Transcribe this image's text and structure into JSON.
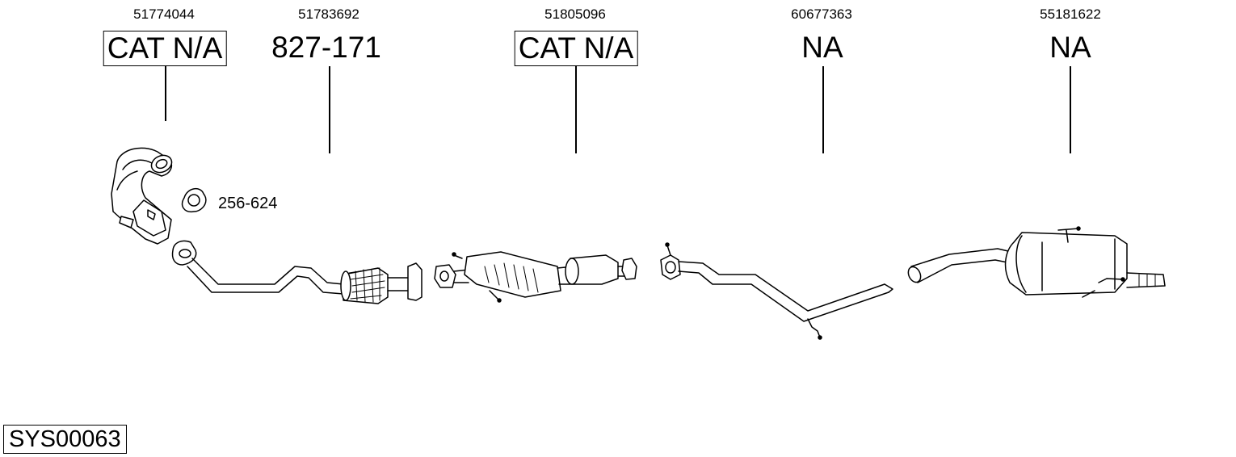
{
  "parts": [
    {
      "part_number": "51774044",
      "reference": "CAT N/A",
      "boxed": true
    },
    {
      "part_number": "51783692",
      "reference": "827-171",
      "boxed": false
    },
    {
      "part_number": "51805096",
      "reference": "CAT N/A",
      "boxed": true
    },
    {
      "part_number": "60677363",
      "reference": "NA",
      "boxed": false
    },
    {
      "part_number": "55181622",
      "reference": "NA",
      "boxed": false
    }
  ],
  "gasket": {
    "reference": "256-624"
  },
  "system_code": "SYS00063"
}
